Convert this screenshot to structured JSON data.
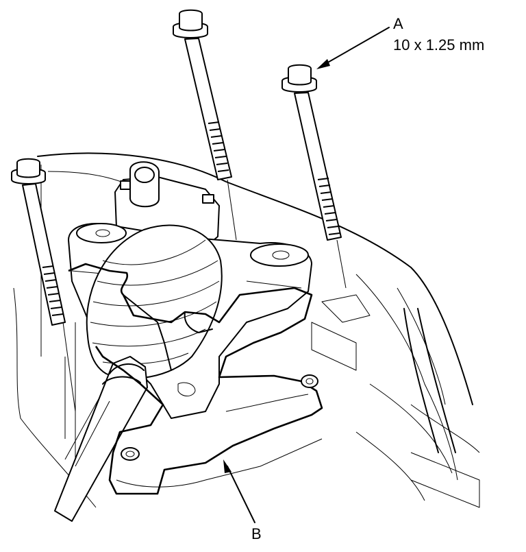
{
  "callouts": {
    "a": {
      "letter": "A",
      "spec": "10 x 1.25 mm"
    },
    "b": {
      "letter": "B"
    }
  },
  "colors": {
    "ink": "#000000",
    "background": "#ffffff"
  }
}
